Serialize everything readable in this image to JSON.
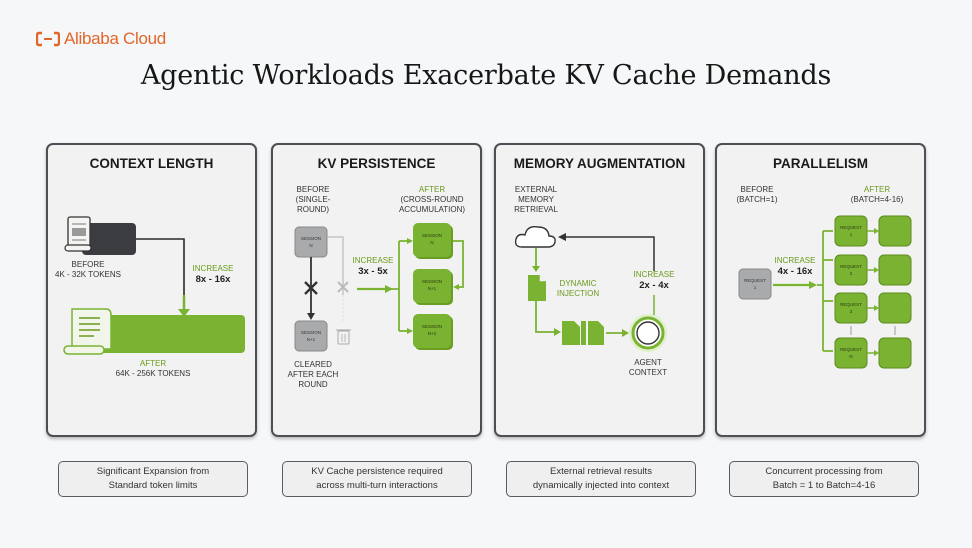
{
  "brand": {
    "name": "Alibaba Cloud",
    "logo_icon": "alibaba-cloud-logo-icon",
    "color": "#e0662a"
  },
  "title": "Agentic Workloads Exacerbate KV Cache Demands",
  "colors": {
    "accent_green": "#7ab332",
    "panel_border": "#4d4f55",
    "gray_box": "#a9aaab"
  },
  "panels": [
    {
      "title": "CONTEXT LENGTH",
      "before_label": "BEFORE",
      "before_value": "4K - 32K TOKENS",
      "increase_label": "INCREASE",
      "increase_value": "8x - 16x",
      "after_label": "AFTER",
      "after_value": "64K - 256K TOKENS",
      "icons": [
        "document-scroll-icon",
        "long-document-scroll-icon"
      ]
    },
    {
      "title": "KV PERSISTENCE",
      "before_label": "BEFORE",
      "before_sub": "(SINGLE-ROUND)",
      "after_label": "AFTER",
      "after_sub": "(CROSS-ROUND ACCUMULATION)",
      "increase_label": "INCREASE",
      "increase_value": "3x - 5x",
      "before_boxes": [
        "SESSION N",
        "SESSION N+1"
      ],
      "after_boxes": [
        "SESSION N",
        "SESSION N+1",
        "SESSION N+2"
      ],
      "cleared_label": "CLEARED AFTER EACH ROUND",
      "icons": [
        "cross-icon",
        "trash-icon"
      ]
    },
    {
      "title": "MEMORY AUGMENTATION",
      "retrieval_label": "EXTERNAL MEMORY RETRIEVAL",
      "injection_label": "DYNAMIC INJECTION",
      "increase_label": "INCREASE",
      "increase_value": "2x - 4x",
      "context_label": "AGENT CONTEXT",
      "icons": [
        "cloud-icon",
        "document-icon",
        "context-circle-icon"
      ]
    },
    {
      "title": "PARALLELISM",
      "before_label": "BEFORE",
      "before_sub": "(BATCH=1)",
      "after_label": "AFTER",
      "after_sub": "(BATCH=4-16)",
      "increase_label": "INCREASE",
      "increase_value": "4x - 16x",
      "before_box": "REQUEST 1",
      "after_boxes": [
        "REQUEST 1",
        "REQUEST 2",
        "REQUEST 3",
        "REQUEST N"
      ]
    }
  ],
  "notes": [
    {
      "line1": "Significant Expansion from",
      "line2": "Standard token limits"
    },
    {
      "line1": "KV Cache persistence required",
      "line2": "across multi-turn interactions"
    },
    {
      "line1": "External retrieval results",
      "line2": "dynamically injected into context"
    },
    {
      "line1": "Concurrent processing from",
      "line2": "Batch = 1 to Batch=4-16"
    }
  ]
}
